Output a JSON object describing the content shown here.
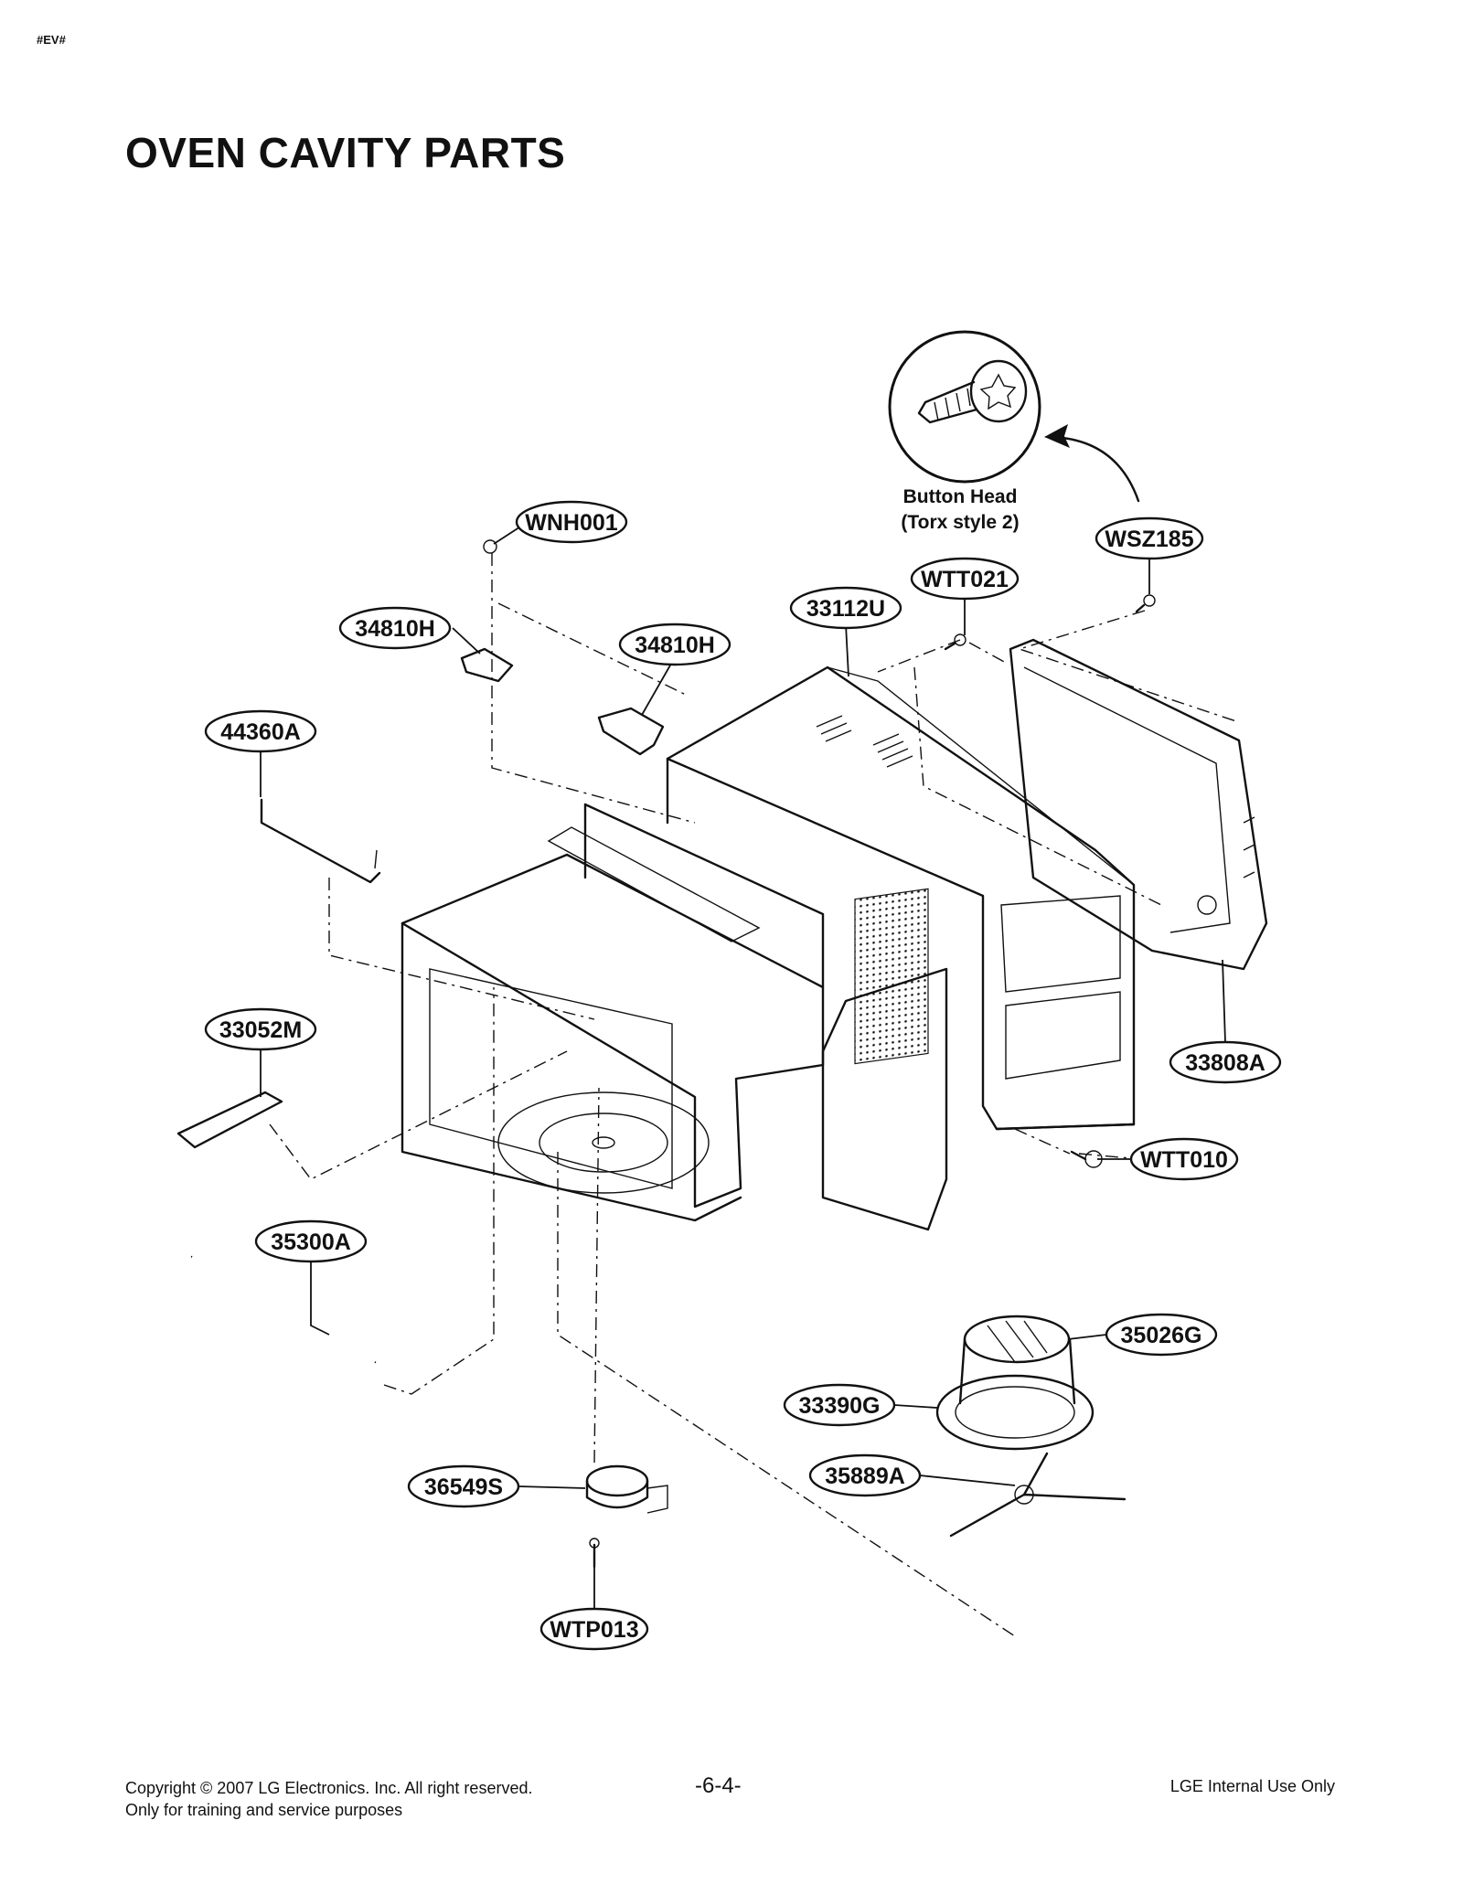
{
  "header": {
    "tag": "#EV#",
    "title": "OVEN CAVITY PARTS"
  },
  "detail": {
    "line1": "Button Head",
    "line2": "(Torx style 2)"
  },
  "callouts": [
    "WNH001",
    "34810H",
    "34810H",
    "44360A",
    "33112U",
    "WTT021",
    "WSZ185",
    "33052M",
    "33808A",
    "WTT010",
    "35300A",
    "35026G",
    "33390G",
    "35889A",
    "36549S",
    "WTP013"
  ],
  "footer": {
    "copyright": "Copyright © 2007 LG Electronics. Inc. All right reserved.",
    "purpose": "Only for training and service purposes",
    "page": "-6-4-",
    "internal": "LGE Internal Use Only"
  }
}
